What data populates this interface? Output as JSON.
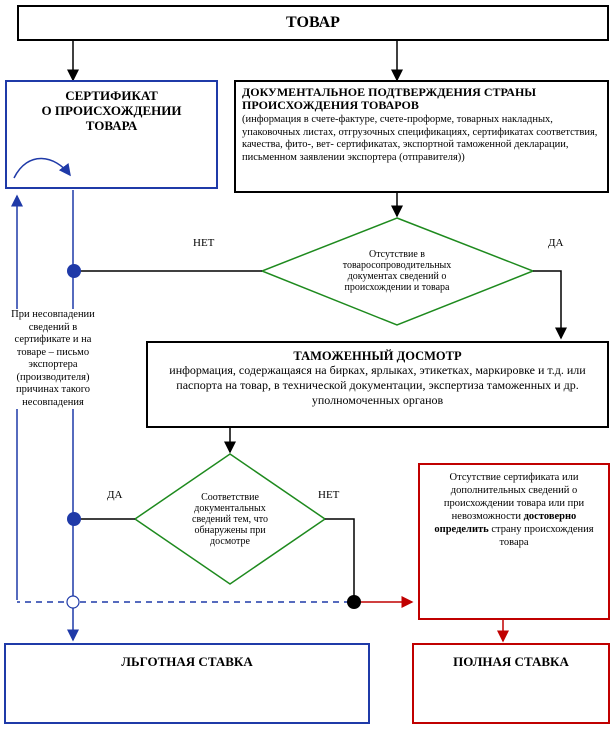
{
  "nodes": {
    "tovar": "ТОВАР",
    "certificate": "СЕРТИФИКАТ\nО ПРОИСХОЖДЕНИИ\nТОВАРА",
    "doc_confirm_title": "ДОКУМЕНТАЛЬНОЕ ПОДТВЕРЖДЕНИЯ СТРАНЫ ПРОИСХОЖДЕНИЯ ТОВАРОВ",
    "doc_confirm_body": "(информация в счете-фактуре, счете-проформе, товарных накладных, упаковочных листах, отгрузочных спецификациях, сертификатах соответствия, качества, фито-, вет- сертификатах, экспортной таможенной декларации, письменном заявлении экспортера (отправителя))",
    "decision1": "Отсутствие в товаросопроводительных документах сведений о происхождении и товара",
    "customs_title": "ТАМОЖЕННЫЙ ДОСМОТР",
    "customs_body": "информация, содержащаяся на бирках, ярлыках, этикетках, маркировке и т.д. или паспорта на товар, в технической документации, экспертиза таможенных и др. уполномоченных органов",
    "decision2": "Соответствие документальных сведений тем, что обнаружены при досмотре",
    "absence_pre": "Отсутствие сертификата или дополнительных сведений о происхождении товара или при невозможности",
    "absence_bold": "достоверно определить",
    "absence_post": "страну происхождения товара",
    "mismatch": "При несовпадении сведений в сертификате и на товаре – письмо экспортера (производителя) причинах такого несовпадения",
    "preferential": "ЛЬГОТНАЯ СТАВКА",
    "full": "ПОЛНАЯ СТАВКА"
  },
  "edge_labels": {
    "no1": "НЕТ",
    "yes1": "ДА",
    "yes2": "ДА",
    "no2": "НЕТ"
  },
  "colors": {
    "black": "#000000",
    "blue": "#1f3aa8",
    "red": "#c00000"
  }
}
